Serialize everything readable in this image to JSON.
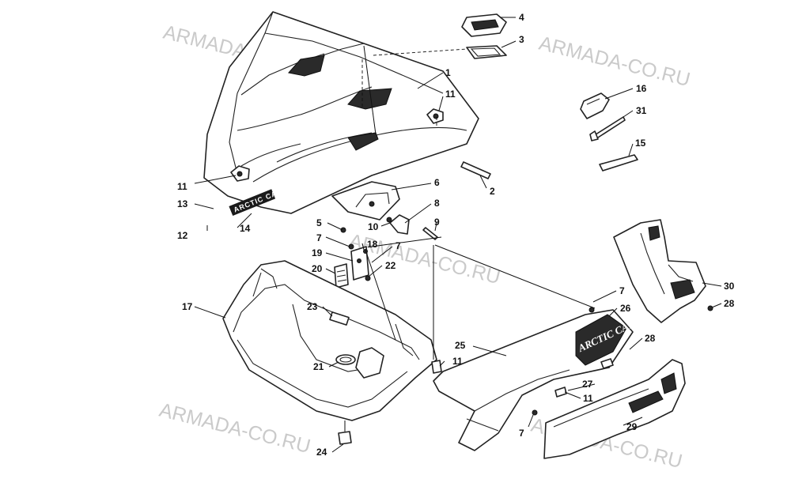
{
  "watermark": "ARMADA-CO.RU",
  "decal_text": "ARCTIC CAT",
  "callouts": [
    "4",
    "3",
    "1",
    "11",
    "16",
    "31",
    "15",
    "2",
    "6",
    "8",
    "9",
    "11",
    "13",
    "12",
    "14",
    "5",
    "10",
    "7",
    "18",
    "7",
    "19",
    "22",
    "20",
    "17",
    "23",
    "21",
    "11",
    "24",
    "7",
    "26",
    "25",
    "28",
    "27",
    "11",
    "7",
    "29",
    "30",
    "28"
  ]
}
